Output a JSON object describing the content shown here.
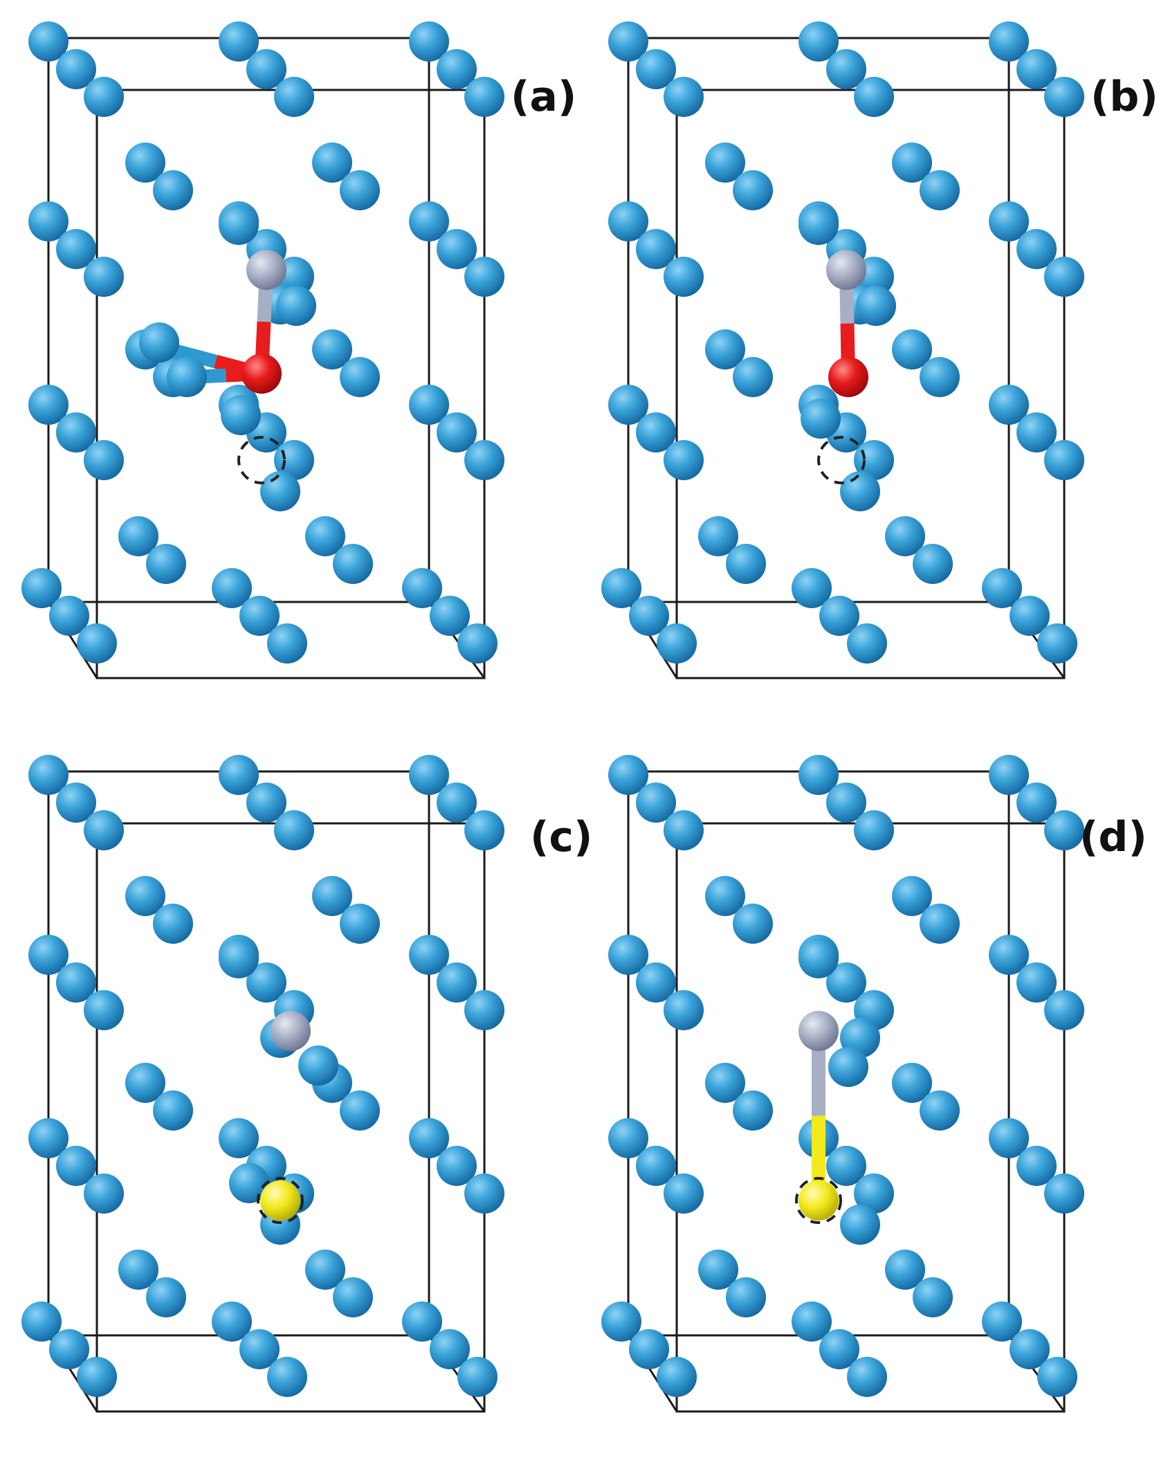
{
  "panels": [
    {
      "label": "(a)",
      "solute": {
        "color": "#a7afc4",
        "name": "grey-solute-atom"
      },
      "partner": {
        "color": "#e81c1c",
        "name": "red-atom"
      },
      "vacancy": true,
      "partner_on_vacancy": false,
      "partner_bonded_to_host": true
    },
    {
      "label": "(b)",
      "solute": {
        "color": "#a7afc4",
        "name": "grey-solute-atom"
      },
      "partner": {
        "color": "#e81c1c",
        "name": "red-atom"
      },
      "vacancy": true,
      "partner_on_vacancy": false,
      "partner_bonded_to_host": false
    },
    {
      "label": "(c)",
      "solute": {
        "color": "#a7afc4",
        "name": "grey-solute-atom"
      },
      "partner": {
        "color": "#f2ea1b",
        "name": "yellow-atom"
      },
      "vacancy": true,
      "partner_on_vacancy": true,
      "bonded": false
    },
    {
      "label": "(d)",
      "solute": {
        "color": "#a7afc4",
        "name": "grey-solute-atom"
      },
      "partner": {
        "color": "#f2ea1b",
        "name": "yellow-atom"
      },
      "vacancy": true,
      "partner_on_vacancy": true,
      "bonded": true
    }
  ],
  "colors": {
    "host_atom": "#2e98d0",
    "cell_edge": "#1a1a1a",
    "background": "#ffffff"
  }
}
